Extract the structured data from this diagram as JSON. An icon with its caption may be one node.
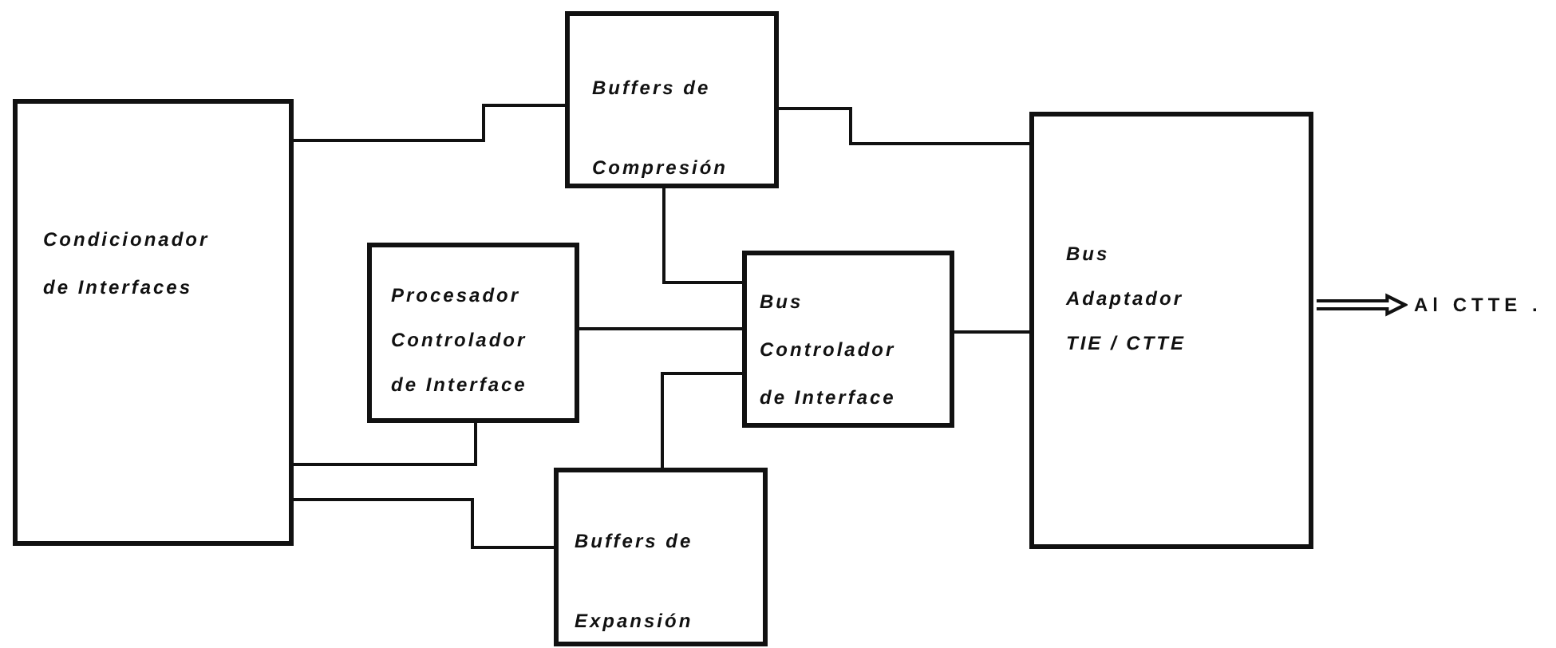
{
  "diagram": {
    "nodes": [
      {
        "text": [
          "Condicionador de Interfaces"
        ]
      },
      {
        "text": [
          "Buffers de Compresión"
        ]
      },
      {
        "text": [
          "Procesador Controlador de Interface"
        ]
      },
      {
        "text": [
          "Bus Controlador de Interface"
        ]
      },
      {
        "text": [
          "Buffers de Expansión"
        ]
      },
      {
        "text": [
          "Bus Adaptador TIE / CTTE"
        ]
      },
      {
        "text": [
          "Al CTTE ."
        ]
      }
    ],
    "edges": [
      {
        "from": 0,
        "to": 1,
        "arrow": "none"
      },
      {
        "from": 1,
        "to": 5,
        "arrow": "none"
      },
      {
        "from": 1,
        "to": 3,
        "arrow": "none"
      },
      {
        "from": 2,
        "to": 3,
        "arrow": "none"
      },
      {
        "from": 4,
        "to": 3,
        "arrow": "none"
      },
      {
        "from": 3,
        "to": 5,
        "arrow": "none"
      },
      {
        "from": 0,
        "to": 2,
        "arrow": "none"
      },
      {
        "from": 0,
        "to": 4,
        "arrow": "none"
      },
      {
        "from": 5,
        "to": 6,
        "arrow": "to",
        "style": "thick"
      }
    ]
  }
}
